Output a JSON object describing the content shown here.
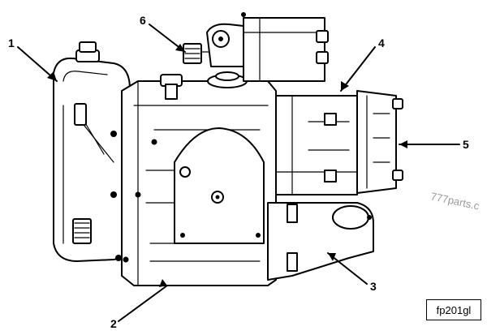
{
  "callouts": [
    {
      "number": "1"
    },
    {
      "number": "2"
    },
    {
      "number": "3"
    },
    {
      "number": "4"
    },
    {
      "number": "5"
    },
    {
      "number": "6"
    }
  ],
  "figure_id": "fp201gl",
  "watermark": "777parts.c"
}
